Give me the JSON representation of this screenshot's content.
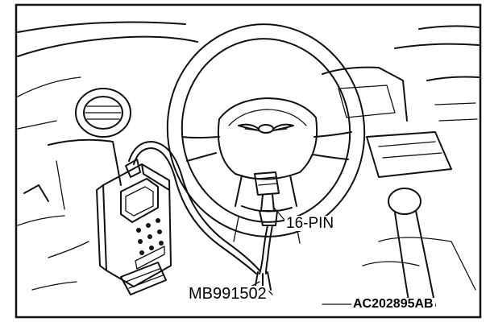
{
  "labels": {
    "connector": "16-PIN",
    "tool": "MB991502",
    "figure_code": "AC202895AB"
  }
}
